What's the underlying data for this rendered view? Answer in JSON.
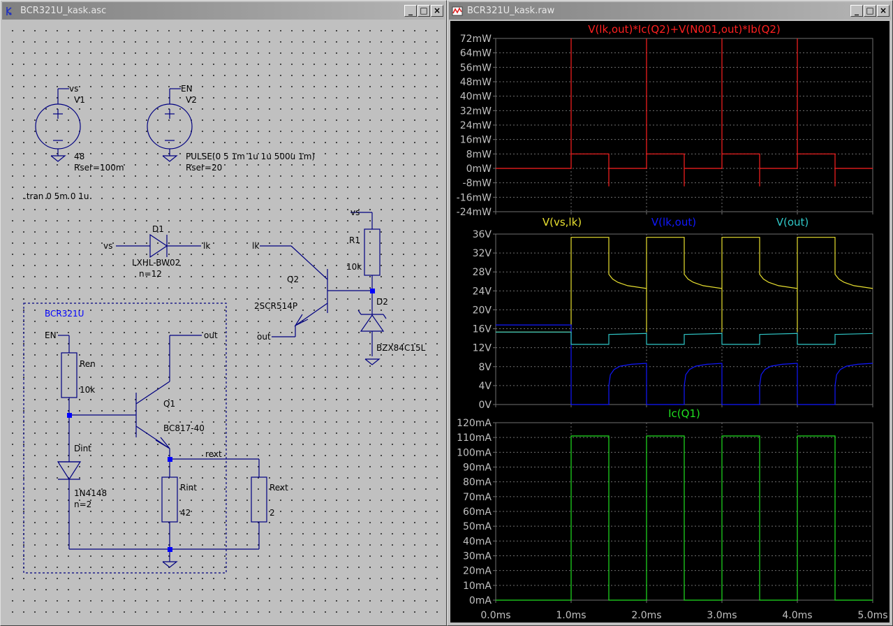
{
  "schematic_window": {
    "title": "BCR321U_kask.asc",
    "sources": [
      {
        "ref": "V1",
        "net": "vs",
        "value": "48",
        "param": "Rser=100m"
      },
      {
        "ref": "V2",
        "net": "EN",
        "value": "PULSE(0 5 1m 1u 1u 500u 1m)",
        "param": "Rser=20"
      }
    ],
    "directive": ".tran 0 5m 0 1u",
    "led": {
      "ref": "D1",
      "part": "LXHL-BW02",
      "param": "n=12",
      "net_left": "vs",
      "net_right": "lk"
    },
    "q2": {
      "ref": "Q2",
      "part": "2SCR514P",
      "net_collector": "lk",
      "net_emitter": "out"
    },
    "r1": {
      "ref": "R1",
      "value": "10k",
      "net_top": "vs"
    },
    "d2": {
      "ref": "D2",
      "part": "BZX84C15L"
    },
    "block": {
      "label": "BCR321U",
      "en_net": "EN",
      "out_net": "out",
      "ren": {
        "ref": "Ren",
        "value": "10k"
      },
      "q1": {
        "ref": "Q1",
        "part": "BC817-40"
      },
      "dint": {
        "ref": "Dint",
        "part": "1N4148",
        "param": "n=2"
      },
      "rint": {
        "ref": "Rint",
        "value": "42"
      },
      "rext_net": "rext",
      "rext": {
        "ref": "Rext",
        "value": "2"
      }
    }
  },
  "waveform_window": {
    "title": "BCR321U_kask.raw",
    "colors": {
      "red": "#ff2020",
      "yellow": "#e8e030",
      "blue": "#1018ff",
      "cyan": "#30c8c8",
      "green": "#20e020",
      "grid": "#707070",
      "axis_text": "#c0c0c0"
    },
    "x_ticks": [
      "0.0ms",
      "1.0ms",
      "2.0ms",
      "3.0ms",
      "4.0ms",
      "5.0ms"
    ]
  },
  "chart_data": [
    {
      "type": "line",
      "title": "V(lk,out)*Ic(Q2)+V(N001,out)*Ib(Q2)",
      "x_range_ms": [
        0,
        5
      ],
      "ylim": [
        -24,
        72
      ],
      "y_ticks": [
        "72mW",
        "64mW",
        "56mW",
        "48mW",
        "40mW",
        "32mW",
        "24mW",
        "16mW",
        "8mW",
        "0mW",
        "-8mW",
        "-16mW",
        "-24mW"
      ],
      "series": [
        {
          "name": "V(lk,out)*Ic(Q2)+V(N001,out)*Ib(Q2)",
          "color": "red",
          "unit": "mW",
          "x": [
            0,
            1,
            1,
            1,
            1.5,
            1.5,
            1.5,
            2,
            2,
            2,
            2.5,
            2.5,
            2.5,
            3,
            3,
            3,
            3.5,
            3.5,
            3.5,
            4,
            4,
            4,
            4.5,
            4.5,
            4.5,
            5
          ],
          "y": [
            0,
            0,
            72,
            8,
            8,
            -10,
            0,
            0,
            72,
            8,
            8,
            -10,
            0,
            0,
            72,
            8,
            8,
            -10,
            0,
            0,
            72,
            8,
            8,
            -10,
            0,
            0
          ]
        }
      ]
    },
    {
      "type": "line",
      "legend": [
        "V(vs,lk)",
        "V(lk,out)",
        "V(out)"
      ],
      "x_range_ms": [
        0,
        5
      ],
      "ylim": [
        0,
        36
      ],
      "y_ticks": [
        "36V",
        "32V",
        "28V",
        "24V",
        "20V",
        "16V",
        "12V",
        "8V",
        "4V",
        "0V"
      ],
      "series": [
        {
          "name": "V(vs,lk)",
          "color": "yellow",
          "unit": "V",
          "x": [
            0,
            1,
            1,
            1.5,
            1.5,
            1.55,
            1.62,
            1.75,
            2,
            2,
            2,
            2.5,
            2.5,
            2.55,
            2.62,
            2.75,
            3,
            3,
            3,
            3.5,
            3.5,
            3.55,
            3.62,
            3.75,
            4,
            4,
            4,
            4.5,
            4.5,
            4.55,
            4.62,
            4.75,
            5
          ],
          "y": [
            15.3,
            15.3,
            35.3,
            35.3,
            27.5,
            26.5,
            25.8,
            25.1,
            24.5,
            15.3,
            35.3,
            35.3,
            27.5,
            26.5,
            25.8,
            25.1,
            24.5,
            15.3,
            35.3,
            35.3,
            27.5,
            26.5,
            25.8,
            25.1,
            24.5,
            15.3,
            35.3,
            35.3,
            27.5,
            26.5,
            25.8,
            25.1,
            24.5
          ]
        },
        {
          "name": "V(lk,out)",
          "color": "blue",
          "unit": "V",
          "x": [
            0,
            1,
            1,
            1.5,
            1.5,
            1.52,
            1.57,
            1.65,
            1.8,
            2,
            2,
            2.5,
            2.5,
            2.52,
            2.57,
            2.65,
            2.8,
            3,
            3,
            3.5,
            3.5,
            3.52,
            3.57,
            3.65,
            3.8,
            4,
            4,
            4.5,
            4.5,
            4.52,
            4.57,
            4.65,
            4.8,
            5
          ],
          "y": [
            16.8,
            16.8,
            0,
            0,
            4,
            6.3,
            7.4,
            8.1,
            8.5,
            8.7,
            0,
            0,
            4,
            6.3,
            7.4,
            8.1,
            8.5,
            8.7,
            0,
            0,
            4,
            6.3,
            7.4,
            8.1,
            8.5,
            8.7,
            0,
            0,
            4,
            6.3,
            7.4,
            8.1,
            8.5,
            8.7
          ]
        },
        {
          "name": "V(out)",
          "color": "cyan",
          "unit": "V",
          "x": [
            0,
            1,
            1,
            1.5,
            1.5,
            2,
            2,
            2.5,
            2.5,
            3,
            3,
            3.5,
            3.5,
            4,
            4,
            4.5,
            4.5,
            5
          ],
          "y": [
            15.3,
            15.3,
            12.7,
            12.7,
            14.8,
            15.0,
            12.7,
            12.7,
            14.8,
            15.0,
            12.7,
            12.7,
            14.8,
            15.0,
            12.7,
            12.7,
            14.8,
            15.0
          ]
        }
      ]
    },
    {
      "type": "line",
      "title": "Ic(Q1)",
      "x_range_ms": [
        0,
        5
      ],
      "ylim": [
        0,
        120
      ],
      "y_ticks": [
        "120mA",
        "110mA",
        "100mA",
        "90mA",
        "80mA",
        "70mA",
        "60mA",
        "50mA",
        "40mA",
        "30mA",
        "20mA",
        "10mA",
        "0mA"
      ],
      "series": [
        {
          "name": "Ic(Q1)",
          "color": "green",
          "unit": "mA",
          "x": [
            0,
            1,
            1,
            1.5,
            1.5,
            2,
            2,
            2.5,
            2.5,
            3,
            3,
            3.5,
            3.5,
            4,
            4,
            4.5,
            4.5,
            5
          ],
          "y": [
            0,
            0,
            111,
            111,
            0,
            0,
            111,
            111,
            0,
            0,
            111,
            111,
            0,
            0,
            111,
            111,
            0,
            0
          ]
        }
      ]
    }
  ]
}
